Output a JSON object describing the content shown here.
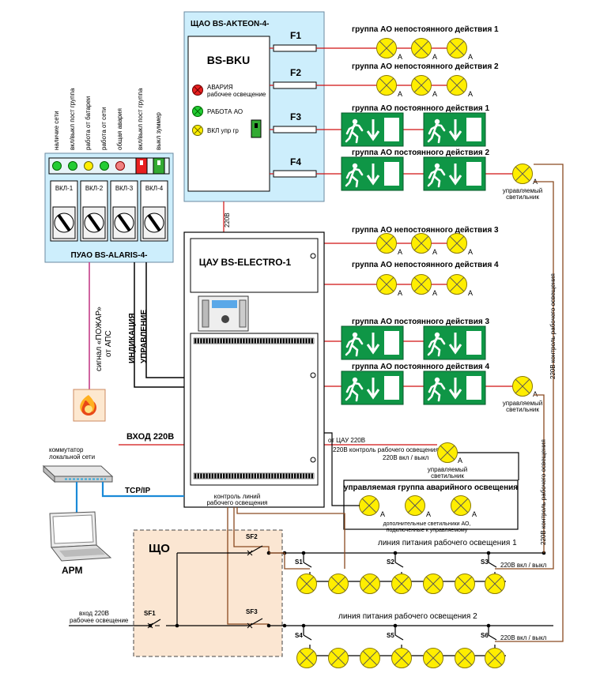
{
  "shchao": {
    "title": "ЩАО BS-AKTEON-4-",
    "bku": "BS-BKU",
    "ind1_line1": "АВАРИЯ",
    "ind1_line2": "рабочее освещение",
    "ind2": "РАБОТА АО",
    "ind3": "ВКЛ упр гр",
    "fuses": [
      "F1",
      "F2",
      "F3",
      "F4"
    ]
  },
  "groups": {
    "ao_nonconst_1": "группа АО непостоянного действия 1",
    "ao_nonconst_2": "группа АО непостоянного действия 2",
    "ao_const_1": "группа АО постоянного действия 1",
    "ao_const_2": "группа АО постоянного действия 2",
    "ao_nonconst_3": "группа АО непостоянного действия 3",
    "ao_nonconst_4": "группа АО непостоянного действия 4",
    "ao_const_3": "группа АО постоянного действия 3",
    "ao_const_4": "группа АО постоянного действия 4"
  },
  "lamp_mark": "A",
  "managed_lamp_line1": "управляемый",
  "managed_lamp_line2": "светильник",
  "puao": {
    "title": "ПУАО BS-ALARIS-4-",
    "leds": [
      "наличие сети",
      "вкл/выкл пост группа",
      "работа от батареи",
      "работа от сети",
      "общая авария",
      "вкл/выкл пост группа",
      "выкл зуммер"
    ],
    "switches": [
      "ВКЛ-1",
      "ВКЛ-2",
      "ВКЛ-3",
      "ВКЛ-4"
    ]
  },
  "cau": {
    "title": "ЦАУ BS-ELECTRO-1",
    "v220": "220В"
  },
  "labels": {
    "fire_signal_1": "сигнал «ПОЖАР»",
    "fire_signal_2": "от АПС",
    "indication": "ИНДИКАЦИЯ",
    "control": "УПРАВЛЕНИЕ",
    "input_220": "ВХОД 220В",
    "switch_1": "коммутатор",
    "switch_2": "локальной сети",
    "tcpip": "TCP/IP",
    "arm": "АРМ",
    "from_cau": "от ЦАУ 220В",
    "ctrl_work_220": "220В контроль рабочего освещения",
    "on_off_220": "220В вкл / выкл",
    "managed_group": "управляемая группа аварийного освещения",
    "extra_lamps_1": "дополнительные светильники АО,",
    "extra_lamps_2": "подключенные к управляемому",
    "ctrl_lines_1": "контроль линий",
    "ctrl_lines_2": "рабочего освещения",
    "sho": "ЩО",
    "input_work_1": "вход 220В",
    "input_work_2": "рабочее освещение",
    "line_work_1": "линия питания  рабочего освещения 1",
    "line_work_2": "линия питания  рабочего освещения 2",
    "vertical_ctrl": "220В контроль рабочего освещения"
  },
  "breakers": [
    "SF1",
    "SF2",
    "SF3"
  ],
  "line_switches": [
    "S1",
    "S2",
    "S3",
    "S4",
    "S5",
    "S6"
  ]
}
